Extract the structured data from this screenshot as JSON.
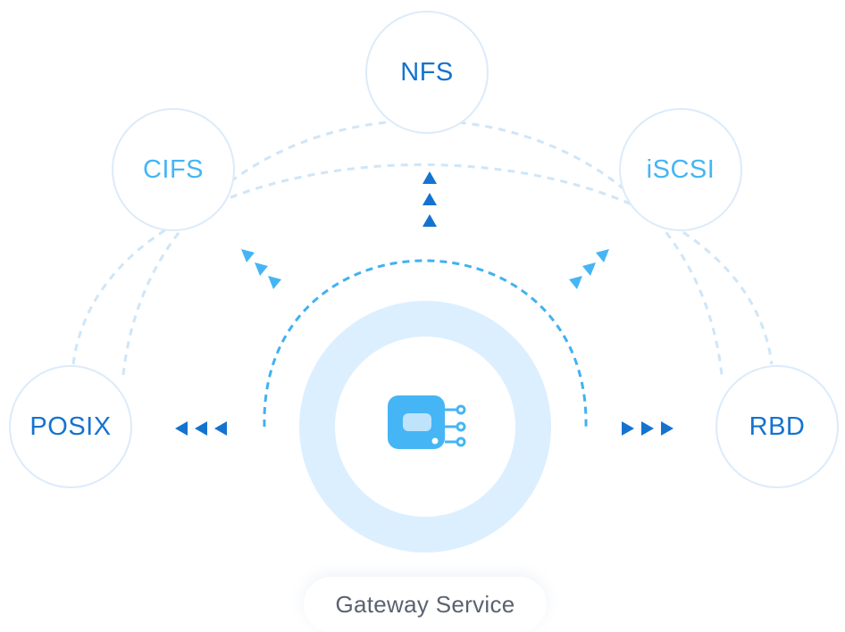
{
  "nodes": {
    "nfs": "NFS",
    "cifs": "CIFS",
    "iscsi": "iSCSI",
    "posix": "POSIX",
    "rbd": "RBD"
  },
  "center": {
    "label": "Gateway Service",
    "icon": "gateway-chip-icon"
  },
  "colors": {
    "dark_blue": "#1473cf",
    "light_blue": "#45b5f5",
    "ring": "#dcefff",
    "dashed_outer": "#cfe6f8",
    "dashed_inner": "#41b1f0"
  }
}
